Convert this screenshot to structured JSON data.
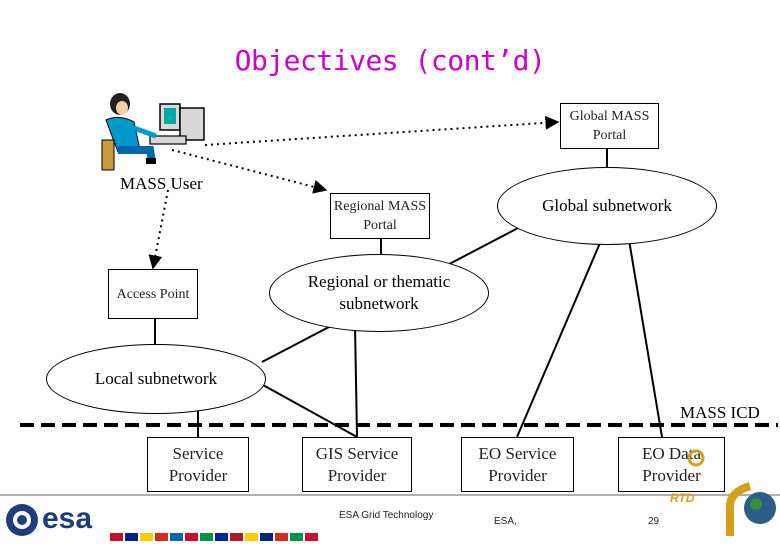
{
  "title": "Objectives (cont’d)",
  "nodes": {
    "global_portal": "Global MASS Portal",
    "mass_user": "MASS User",
    "regional_portal": "Regional MASS Portal",
    "global_subnetwork": "Global subnetwork",
    "access_point": "Access Point",
    "regional_subnetwork": "Regional or thematic subnetwork",
    "local_subnetwork": "Local subnetwork",
    "mass_icd": "MASS ICD",
    "service_provider": "Service Provider",
    "gis_provider": "GIS Service Provider",
    "eo_service_provider": "EO Service Provider",
    "eo_data_provider": "EO Data Provider"
  },
  "footer": {
    "center_text": "ESA Grid Technology",
    "esa_text": "ESA,",
    "page_number": "29",
    "logo_text": "esa",
    "rtd_text": "RTD"
  },
  "colors": {
    "title": "#cc00cc",
    "esa_logo": "#1f3d7a",
    "rtd": "#d4a017"
  }
}
